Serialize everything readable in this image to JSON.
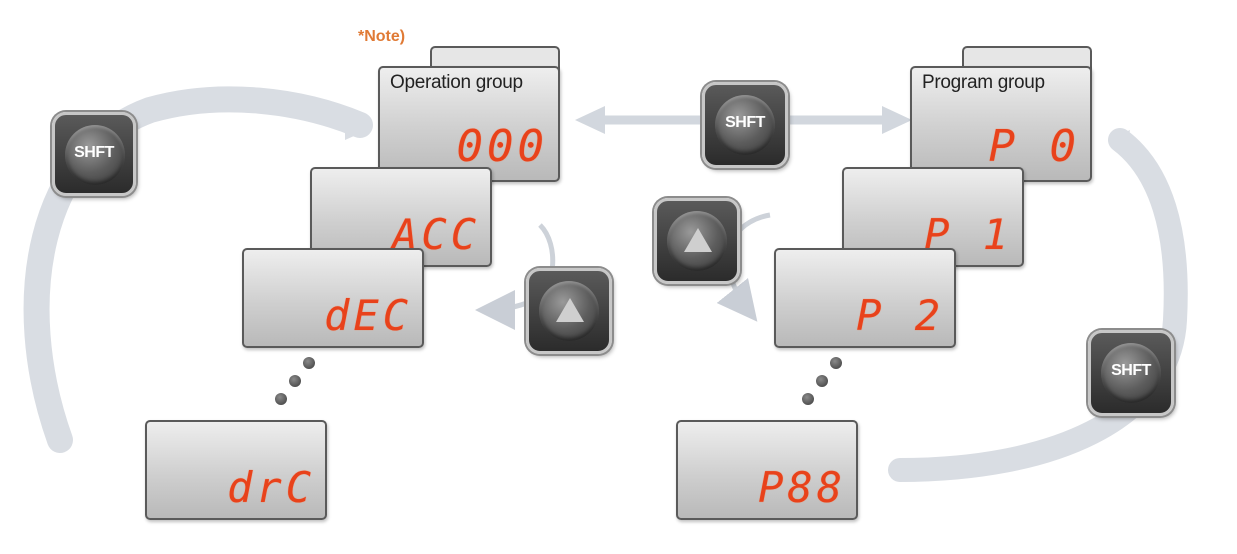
{
  "note": "*Note)",
  "operation_group": {
    "label": "Operation group",
    "displays": [
      "000",
      "ACC",
      "dEC",
      "drC"
    ]
  },
  "program_group": {
    "label": "Program group",
    "displays": [
      "P 0",
      "P  1",
      "P 2",
      "P88"
    ]
  },
  "keys": {
    "shift_label": "SHFT",
    "up_icon": "up-triangle-icon"
  },
  "colors": {
    "display_digits": "#e8421b",
    "note_text": "#e07a35",
    "panel": "#cfcfcf",
    "arrow": "#d5d9df"
  }
}
